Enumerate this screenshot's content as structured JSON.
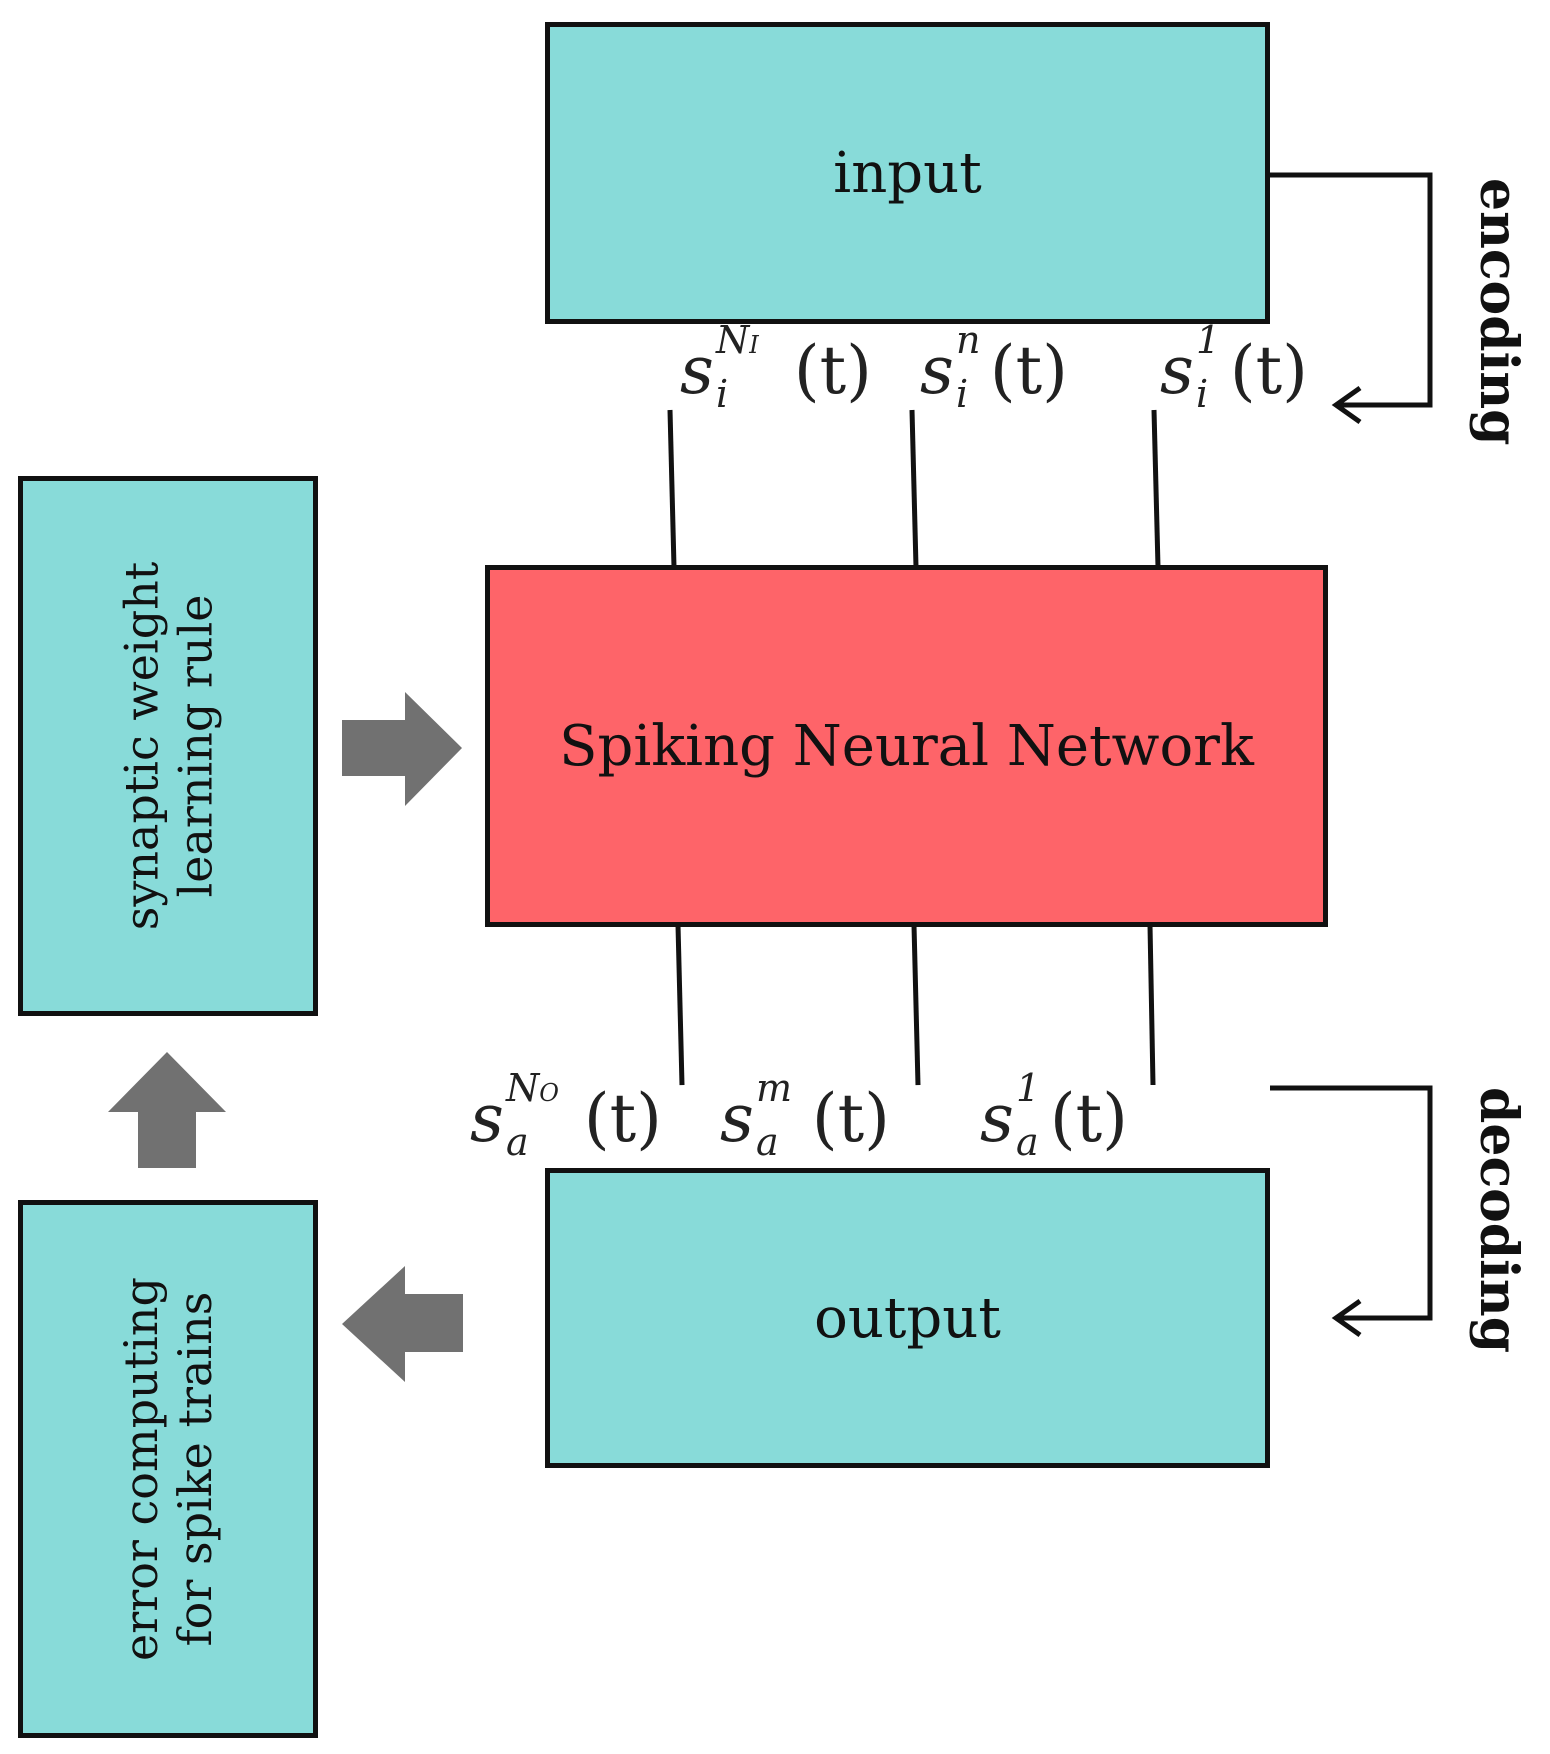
{
  "boxes": {
    "input": "input",
    "snn": "Spiking Neural Network",
    "output": "output",
    "learning_rule": [
      "synaptic weight",
      "learning rule"
    ],
    "error_computing": [
      "error computing",
      "for spike trains"
    ]
  },
  "side_labels": {
    "encoding": "encoding",
    "decoding": "decoding"
  },
  "input_signals": [
    {
      "base": "s",
      "sub": "i",
      "sup": "N",
      "sup_sub": "I",
      "arg": "(t)"
    },
    {
      "base": "s",
      "sub": "i",
      "sup": "n",
      "sup_sub": "",
      "arg": "(t)"
    },
    {
      "base": "s",
      "sub": "i",
      "sup": "1",
      "sup_sub": "",
      "arg": "(t)"
    }
  ],
  "output_signals": [
    {
      "base": "s",
      "sub": "a",
      "sup": "N",
      "sup_sub": "O",
      "arg": "(t)"
    },
    {
      "base": "s",
      "sub": "a",
      "sup": "m",
      "sup_sub": "",
      "arg": "(t)"
    },
    {
      "base": "s",
      "sub": "a",
      "sup": "1",
      "sup_sub": "",
      "arg": "(t)"
    }
  ],
  "colors": {
    "teal": "#88dbd9",
    "red": "#fe6469",
    "arrow_gray": "#717171",
    "line": "#111111"
  }
}
